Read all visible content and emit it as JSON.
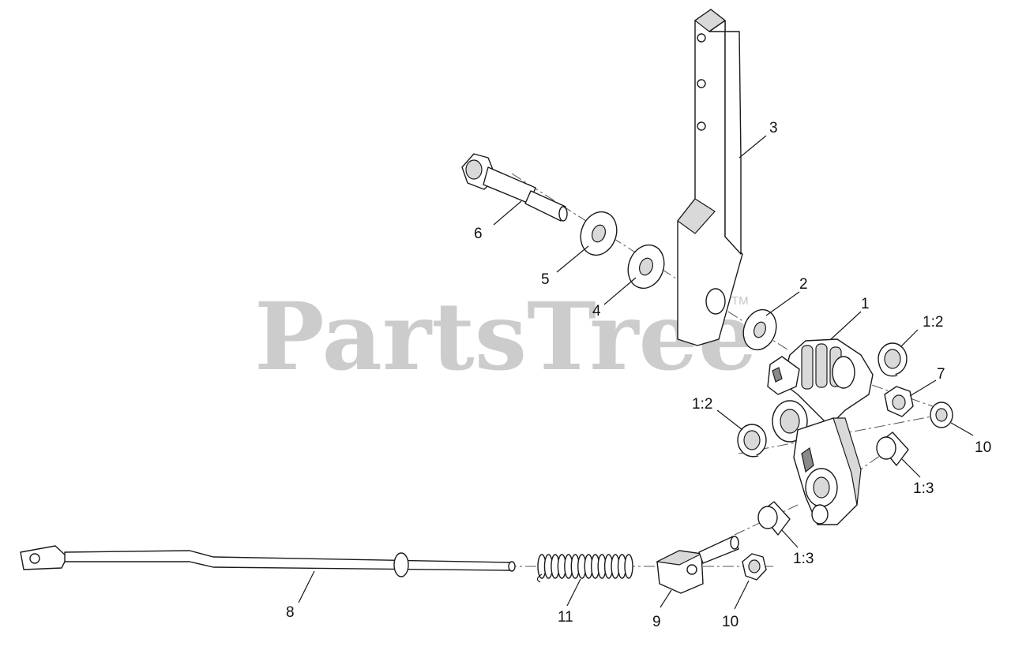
{
  "watermark": {
    "text": "PartsTree",
    "trademark": "TM",
    "color": "#c4c4c4"
  },
  "callouts": {
    "c1": "1",
    "c1_2a": "1:2",
    "c1_2b": "1:2",
    "c1_3a": "1:3",
    "c1_3b": "1:3",
    "c2": "2",
    "c3": "3",
    "c4": "4",
    "c5": "5",
    "c6": "6",
    "c7": "7",
    "c8": "8",
    "c9": "9",
    "c10a": "10",
    "c10b": "10",
    "c11": "11"
  }
}
